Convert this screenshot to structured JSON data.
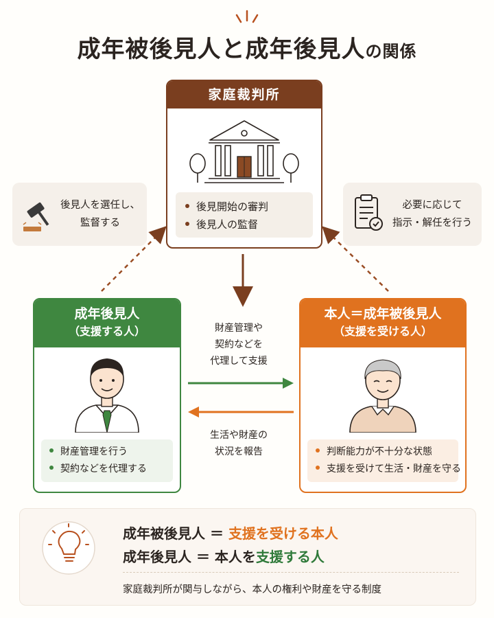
{
  "title": {
    "main": "成年被後見人と成年後見人",
    "suffix": "の関係"
  },
  "court": {
    "label": "家庭裁判所",
    "items": [
      "後見開始の審判",
      "後見人の監督"
    ]
  },
  "left_note": {
    "line1": "後見人を選任し、",
    "line2": "監督する"
  },
  "right_note": {
    "line1": "必要に応じて",
    "line2": "指示・解任を行う"
  },
  "guardian": {
    "title": "成年後見人",
    "subtitle": "（支援する人）",
    "items": [
      "財産管理を行う",
      "契約などを代理する"
    ]
  },
  "ward": {
    "title": "本人＝成年被後見人",
    "subtitle": "（支援を受ける人）",
    "items": [
      "判断能力が不十分な状態",
      "支援を受けて生活・財産を守る"
    ]
  },
  "arrow_right_text": [
    "財産管理や",
    "契約などを",
    "代理して支援"
  ],
  "arrow_left_text": [
    "生活や財産の",
    "状況を報告"
  ],
  "summary": {
    "line1_a": "成年被後見人 ＝ ",
    "line1_b": "支援を受ける本人",
    "line2_a": "成年後見人 ＝ 本人を",
    "line2_b": "支援する人",
    "footer": "家庭裁判所が関与しながら、本人の権利や財産を守る制度"
  },
  "colors": {
    "court": "#7a3e1f",
    "guardian": "#3f8740",
    "ward": "#e0721f",
    "arrow_dashed": "#9a4d24"
  },
  "icons": [
    "gavel-icon",
    "clipboard-check-icon",
    "courthouse-icon",
    "lightbulb-icon",
    "guardian-avatar",
    "ward-avatar"
  ]
}
